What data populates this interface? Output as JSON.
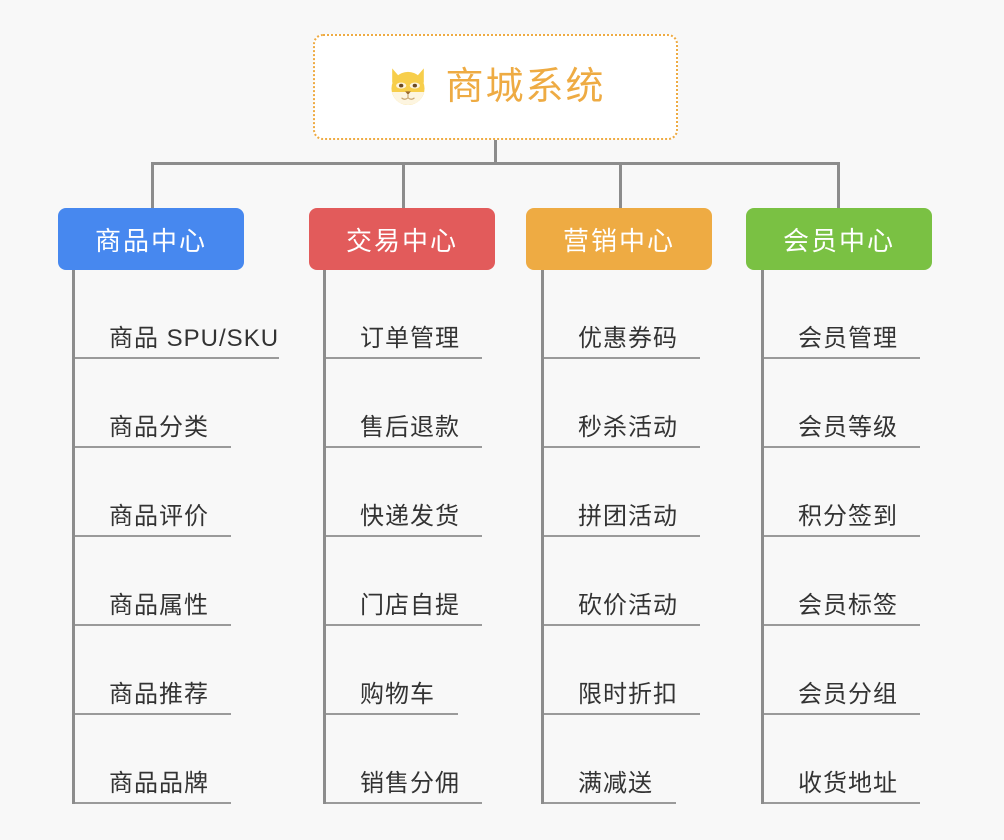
{
  "background_color": "#f8f8f8",
  "root": {
    "label": "商城系统",
    "icon": "shiba-dog-face-icon",
    "text_color": "#eeab43",
    "border_color": "#eeab43"
  },
  "branches": [
    {
      "id": "product-center",
      "label": "商品中心",
      "color": "#4788ef",
      "items": [
        "商品 SPU/SKU",
        "商品分类",
        "商品评价",
        "商品属性",
        "商品推荐",
        "商品品牌"
      ]
    },
    {
      "id": "trade-center",
      "label": "交易中心",
      "color": "#e25b5b",
      "items": [
        "订单管理",
        "售后退款",
        "快递发货",
        "门店自提",
        "购物车",
        "销售分佣"
      ]
    },
    {
      "id": "marketing-center",
      "label": "营销中心",
      "color": "#eeab43",
      "items": [
        "优惠券码",
        "秒杀活动",
        "拼团活动",
        "砍价活动",
        "限时折扣",
        "满减送"
      ]
    },
    {
      "id": "member-center",
      "label": "会员中心",
      "color": "#7ac143",
      "items": [
        "会员管理",
        "会员等级",
        "积分签到",
        "会员标签",
        "会员分组",
        "收货地址"
      ]
    }
  ]
}
